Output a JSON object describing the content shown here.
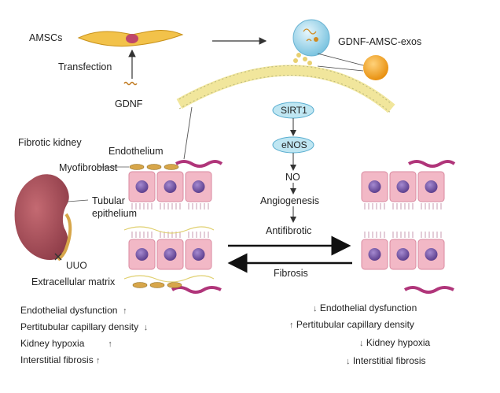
{
  "labels": {
    "amscs": "AMSCs",
    "transfection": "Transfection",
    "gdnf": "GDNF",
    "exos": "GDNF-AMSC-exos",
    "sirt1": "SIRT1",
    "enos": "eNOS",
    "no": "NO",
    "angiogenesis": "Angiogenesis",
    "antifibrotic": "Antifibrotic",
    "fibrosis": "Fibrosis",
    "fibrotic_kidney": "Fibrotic kidney",
    "endothelium": "Endothelium",
    "myofibroblast": "Myofibroblast",
    "tubular": "Tubular",
    "epithelium": "epithelium",
    "uuo": "UUO",
    "ecm": "Extracellular matrix"
  },
  "left_effects": [
    {
      "text": "Endothelial dysfunction",
      "arrow": "↑"
    },
    {
      "text": "Pertitubular capillary density",
      "arrow": "↓"
    },
    {
      "text": "Kidney hypoxia",
      "arrow": "↑"
    },
    {
      "text": "Interstitial fibrosis",
      "arrow": "↑"
    }
  ],
  "right_effects": [
    {
      "text": "Endothelial dysfunction",
      "arrow": "↓"
    },
    {
      "text": "Pertitubular capillary density",
      "arrow": "↑"
    },
    {
      "text": "Kidney hypoxia",
      "arrow": "↓"
    },
    {
      "text": "Interstitial fibrosis",
      "arrow": "↓"
    }
  ],
  "colors": {
    "cell_pink": "#f2b8c6",
    "nucleus_purple": "#7a5ba8",
    "sirt_fill": "#bfe6f2",
    "exosome_blue": "#9fd6ec",
    "orange_vesicle": "#f0a020",
    "kidney": "#a8505a",
    "myofibroblast": "#b0357a",
    "membrane_yellow": "#f3e9a0"
  }
}
